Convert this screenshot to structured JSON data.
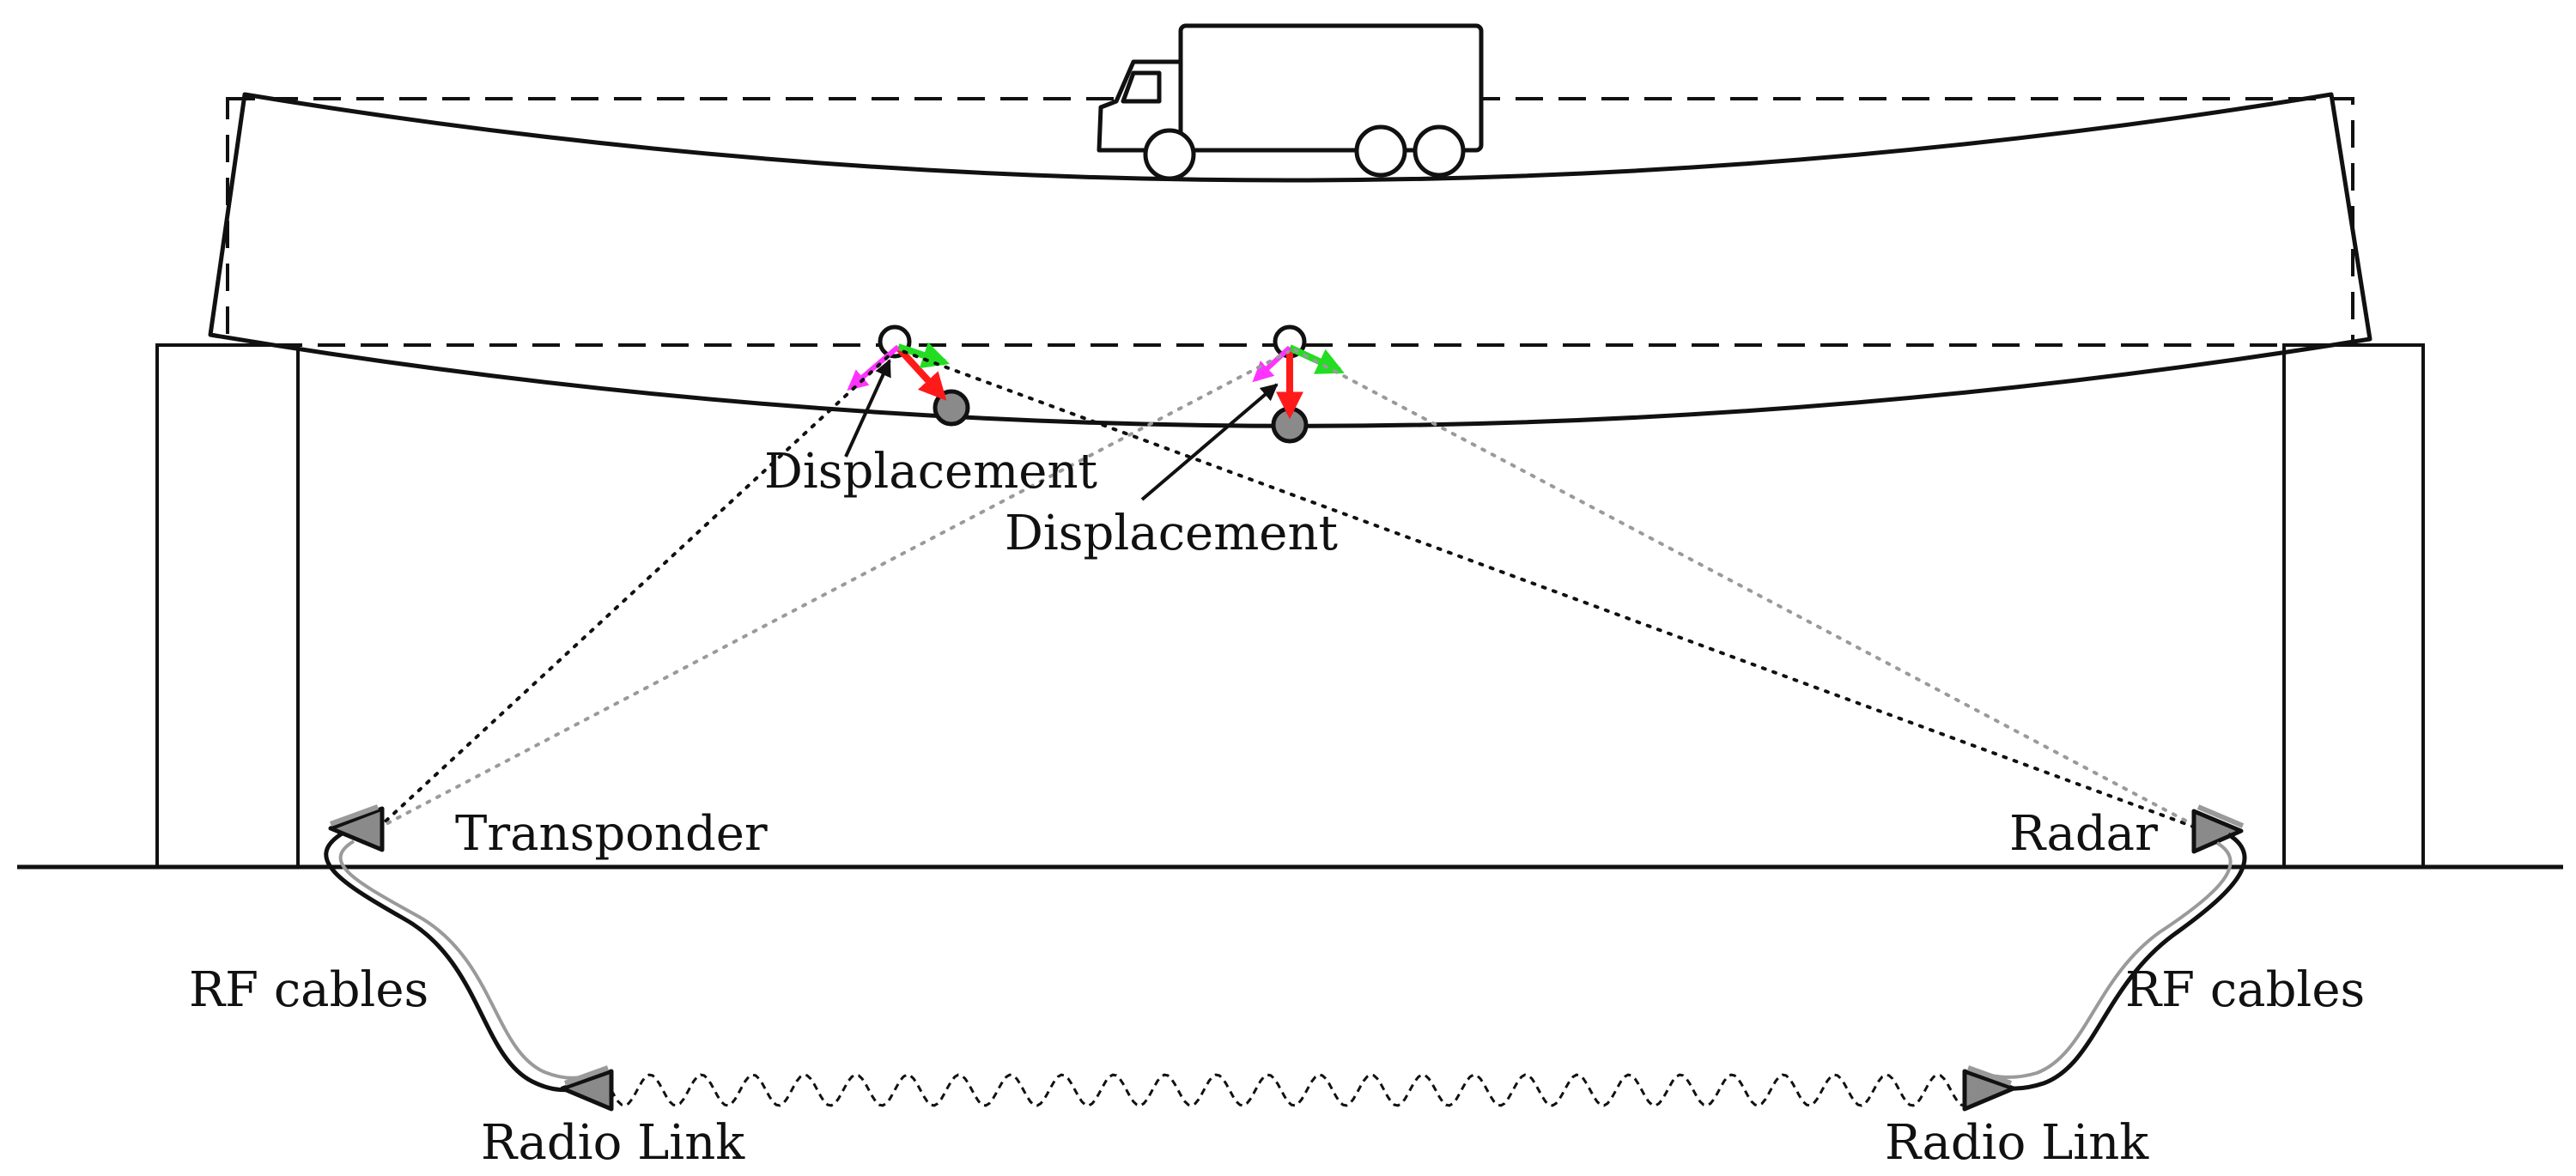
{
  "labels": {
    "displacement_left": "Displacement",
    "displacement_center": "Displacement",
    "transponder": "Transponder",
    "radar": "Radar",
    "rf_cables_left": "RF cables",
    "rf_cables_right": "RF cables",
    "radio_link_left": "Radio Link",
    "radio_link_right": "Radio Link"
  },
  "colors": {
    "stroke": "#111111",
    "dotted_dark": "#111111",
    "dotted_light": "#9a9a9a",
    "device_fill": "#8a8a8a",
    "arrow_red": "#ff1a1a",
    "arrow_green": "#22dd22",
    "arrow_magenta": "#ff33ff",
    "target_fill": "#8a8a8a"
  },
  "icons": [
    "truck-icon",
    "transponder-icon",
    "radar-icon",
    "radio-link-icon",
    "displacement-arrow-icon"
  ]
}
